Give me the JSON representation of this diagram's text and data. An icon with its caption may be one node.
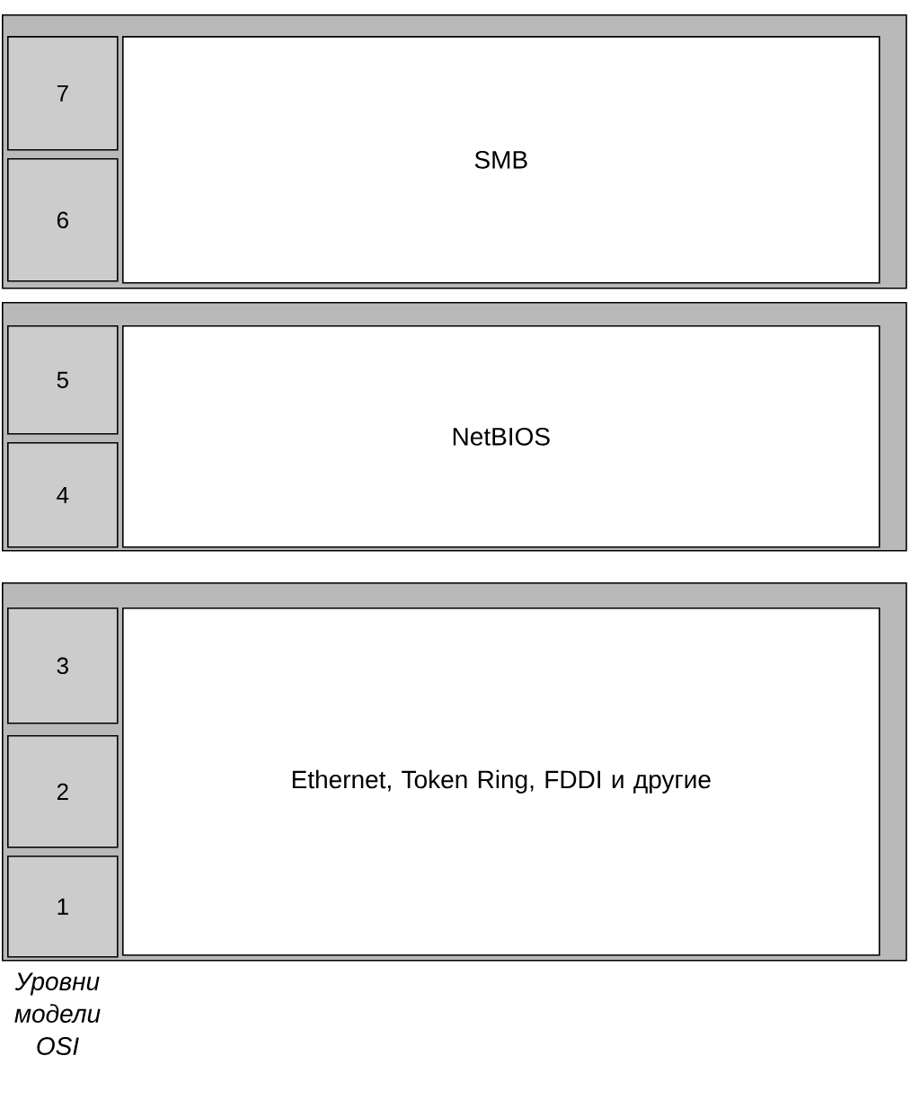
{
  "diagram": {
    "nodes": [
      {
        "text": [],
        "shape": "box"
      },
      {
        "text": [
          "7"
        ],
        "in": 0
      },
      {
        "text": [
          "6"
        ],
        "in": 0
      },
      {
        "text": [
          "SMB"
        ],
        "in": 0
      },
      {
        "text": [],
        "shape": "box"
      },
      {
        "text": [
          "5"
        ],
        "in": 4
      },
      {
        "text": [
          "4"
        ],
        "in": 4
      },
      {
        "text": [
          "NetBIOS"
        ],
        "in": 4
      },
      {
        "text": [],
        "shape": "box"
      },
      {
        "text": [
          "3"
        ],
        "in": 8
      },
      {
        "text": [
          "2"
        ],
        "in": 8
      },
      {
        "text": [
          "1"
        ],
        "in": 8
      },
      {
        "text": [
          "Ethernet, Token Ring, FDDI и другие"
        ],
        "in": 8
      }
    ],
    "labels": [
      "Уровни модели OSI"
    ]
  }
}
